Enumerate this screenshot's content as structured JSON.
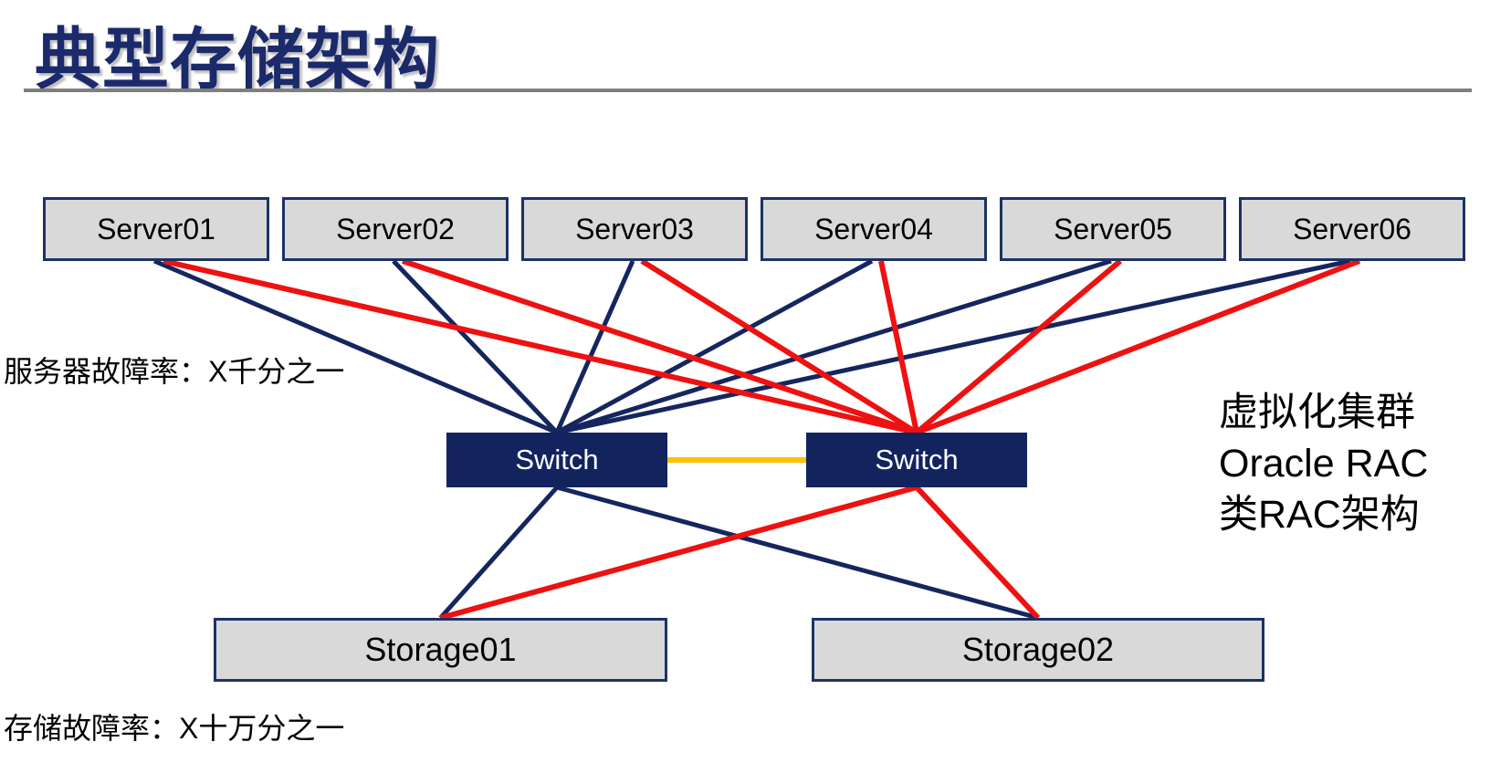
{
  "slide": {
    "title": "典型存储架构",
    "notes": {
      "server_failure": "服务器故障率：X千分之一",
      "storage_failure": "存储故障率：X十万分之一",
      "right_annotation": [
        "虚拟化集群",
        "Oracle RAC",
        "类RAC架构"
      ]
    },
    "colors": {
      "title_navy": "#1b2a6b",
      "box_fill_gray": "#d9d9d9",
      "box_border_navy": "#1c3266",
      "switch_fill_navy": "#12235e",
      "rule_gray": "#7f7f7f"
    }
  },
  "diagram": {
    "servers": [
      {
        "id": "server01",
        "label": "Server01"
      },
      {
        "id": "server02",
        "label": "Server02"
      },
      {
        "id": "server03",
        "label": "Server03"
      },
      {
        "id": "server04",
        "label": "Server04"
      },
      {
        "id": "server05",
        "label": "Server05"
      },
      {
        "id": "server06",
        "label": "Server06"
      }
    ],
    "switches": [
      {
        "id": "switch1",
        "label": "Switch"
      },
      {
        "id": "switch2",
        "label": "Switch"
      }
    ],
    "storages": [
      {
        "id": "storage1",
        "label": "Storage01"
      },
      {
        "id": "storage2",
        "label": "Storage02"
      }
    ],
    "edge_styles": {
      "primary": {
        "color": "#15265f",
        "width": 5
      },
      "secondary": {
        "color": "#ee1111",
        "width": 6
      },
      "interlink": {
        "color": "#ffc000",
        "width": 6
      }
    },
    "edges": [
      {
        "from": "server01",
        "to": "switch1",
        "type": "primary"
      },
      {
        "from": "server02",
        "to": "switch1",
        "type": "primary"
      },
      {
        "from": "server03",
        "to": "switch1",
        "type": "primary"
      },
      {
        "from": "server04",
        "to": "switch1",
        "type": "primary"
      },
      {
        "from": "server05",
        "to": "switch1",
        "type": "primary"
      },
      {
        "from": "server06",
        "to": "switch1",
        "type": "primary"
      },
      {
        "from": "server01",
        "to": "switch2",
        "type": "secondary"
      },
      {
        "from": "server02",
        "to": "switch2",
        "type": "secondary"
      },
      {
        "from": "server03",
        "to": "switch2",
        "type": "secondary"
      },
      {
        "from": "server04",
        "to": "switch2",
        "type": "secondary"
      },
      {
        "from": "server05",
        "to": "switch2",
        "type": "secondary"
      },
      {
        "from": "server06",
        "to": "switch2",
        "type": "secondary"
      },
      {
        "from": "switch1",
        "to": "switch2",
        "type": "interlink"
      },
      {
        "from": "switch1",
        "to": "storage1",
        "type": "primary"
      },
      {
        "from": "switch1",
        "to": "storage2",
        "type": "primary"
      },
      {
        "from": "switch2",
        "to": "storage1",
        "type": "secondary"
      },
      {
        "from": "switch2",
        "to": "storage2",
        "type": "secondary"
      }
    ]
  }
}
